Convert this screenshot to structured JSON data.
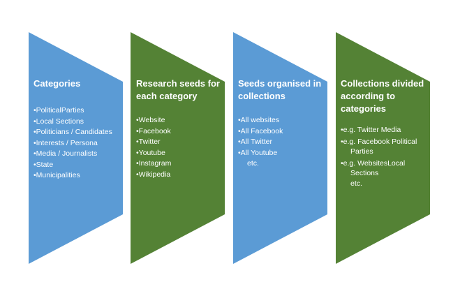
{
  "colors": {
    "blue": "#5b9bd5",
    "green": "#548235",
    "text": "#ffffff",
    "background": "#ffffff"
  },
  "steps": [
    {
      "title": "Categories",
      "color": "blue",
      "items": [
        {
          "text": "•PoliticalParties"
        },
        {
          "text": "•Local Sections"
        },
        {
          "text": "•Politicians / Candidates"
        },
        {
          "text": "•Interests / Persona"
        },
        {
          "text": "•Media / Journalists"
        },
        {
          "text": "•State"
        },
        {
          "text": "•Municipalities"
        }
      ]
    },
    {
      "title": "Research seeds for each category",
      "color": "green",
      "items": [
        {
          "text": "•Website"
        },
        {
          "text": "•Facebook"
        },
        {
          "text": "•Twitter"
        },
        {
          "text": "•Youtube"
        },
        {
          "text": "•Instagram"
        },
        {
          "text": "•Wikipedia"
        }
      ]
    },
    {
      "title": "Seeds organised in collections",
      "color": "blue",
      "items": [
        {
          "text": "•All websites"
        },
        {
          "text": "•All Facebook"
        },
        {
          "text": "•All Twitter"
        },
        {
          "text": "•All Youtube",
          "cont": "etc."
        }
      ]
    },
    {
      "title": "Collections divided according to categories",
      "color": "green",
      "items": [
        {
          "text": "•e.g. Twitter Media"
        },
        {
          "text": "•e.g. Facebook Political",
          "cont": "Parties"
        },
        {
          "text": "•e.g. WebsitesLocal",
          "cont": "Sections"
        },
        {
          "text": "",
          "cont": "etc."
        }
      ]
    }
  ]
}
